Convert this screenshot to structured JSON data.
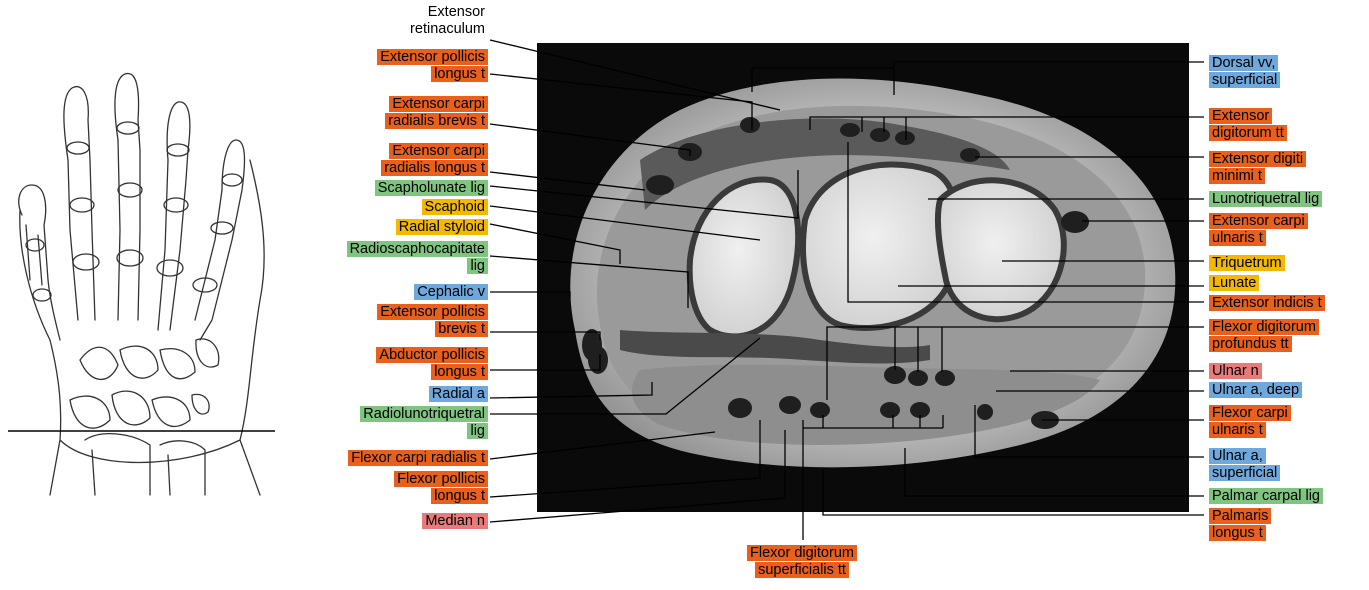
{
  "colors": {
    "muscle": "#e8601c",
    "bone": "#f5b800",
    "ligament": "#7fc47f",
    "vessel": "#6fa8dc",
    "nerve": "#e87a7a",
    "none": "transparent"
  },
  "labels": [
    {
      "id": "l1",
      "text": "Extensor\nretinaculum",
      "cat": "none"
    },
    {
      "id": "l2",
      "text": "Extensor pollicis\nlongus t",
      "cat": "muscle"
    },
    {
      "id": "l3",
      "text": "Extensor carpi\nradialis brevis t",
      "cat": "muscle"
    },
    {
      "id": "l4",
      "text": "Extensor carpi\nradialis longus t",
      "cat": "muscle"
    },
    {
      "id": "l5",
      "text": "Scapholunate lig",
      "cat": "ligament"
    },
    {
      "id": "l6",
      "text": "Scaphoid",
      "cat": "bone"
    },
    {
      "id": "l7",
      "text": "Radial styloid",
      "cat": "bone"
    },
    {
      "id": "l8",
      "text": "Radioscaphocapitate\nlig",
      "cat": "ligament"
    },
    {
      "id": "l9",
      "text": "Cephalic v",
      "cat": "vessel"
    },
    {
      "id": "l10",
      "text": "Extensor pollicis\nbrevis t",
      "cat": "muscle"
    },
    {
      "id": "l11",
      "text": "Abductor pollicis\nlongus t",
      "cat": "muscle"
    },
    {
      "id": "l12",
      "text": "Radial a",
      "cat": "vessel"
    },
    {
      "id": "l13",
      "text": "Radiolunotriquetral\nlig",
      "cat": "ligament"
    },
    {
      "id": "l14",
      "text": "Flexor carpi radialis t",
      "cat": "muscle"
    },
    {
      "id": "l15",
      "text": "Flexor pollicis\nlongus t",
      "cat": "muscle"
    },
    {
      "id": "l16",
      "text": "Median n",
      "cat": "nerve"
    },
    {
      "id": "l17",
      "text": "Flexor digitorum\nsuperficialis tt",
      "cat": "muscle"
    },
    {
      "id": "r1",
      "text": "Dorsal vv,\nsuperficial",
      "cat": "vessel"
    },
    {
      "id": "r2",
      "text": "Extensor\ndigitorum tt",
      "cat": "muscle"
    },
    {
      "id": "r3",
      "text": "Extensor digiti\nminimi t",
      "cat": "muscle"
    },
    {
      "id": "r4",
      "text": "Lunotriquetral lig",
      "cat": "ligament"
    },
    {
      "id": "r5",
      "text": "Extensor carpi\nulnaris t",
      "cat": "muscle"
    },
    {
      "id": "r6",
      "text": "Triquetrum",
      "cat": "bone"
    },
    {
      "id": "r7",
      "text": "Lunate",
      "cat": "bone"
    },
    {
      "id": "r8",
      "text": "Extensor indicis t",
      "cat": "muscle"
    },
    {
      "id": "r9",
      "text": "Flexor digitorum\nprofundus tt",
      "cat": "muscle"
    },
    {
      "id": "r10",
      "text": "Ulnar n",
      "cat": "nerve"
    },
    {
      "id": "r11",
      "text": "Ulnar a, deep",
      "cat": "vessel"
    },
    {
      "id": "r12",
      "text": "Flexor carpi\nulnaris t",
      "cat": "muscle"
    },
    {
      "id": "r13",
      "text": "Ulnar a,\nsuperficial",
      "cat": "vessel"
    },
    {
      "id": "r14",
      "text": "Palmar carpal lig",
      "cat": "ligament"
    },
    {
      "id": "r15",
      "text": "Palmaris\nlongus t",
      "cat": "muscle"
    }
  ]
}
